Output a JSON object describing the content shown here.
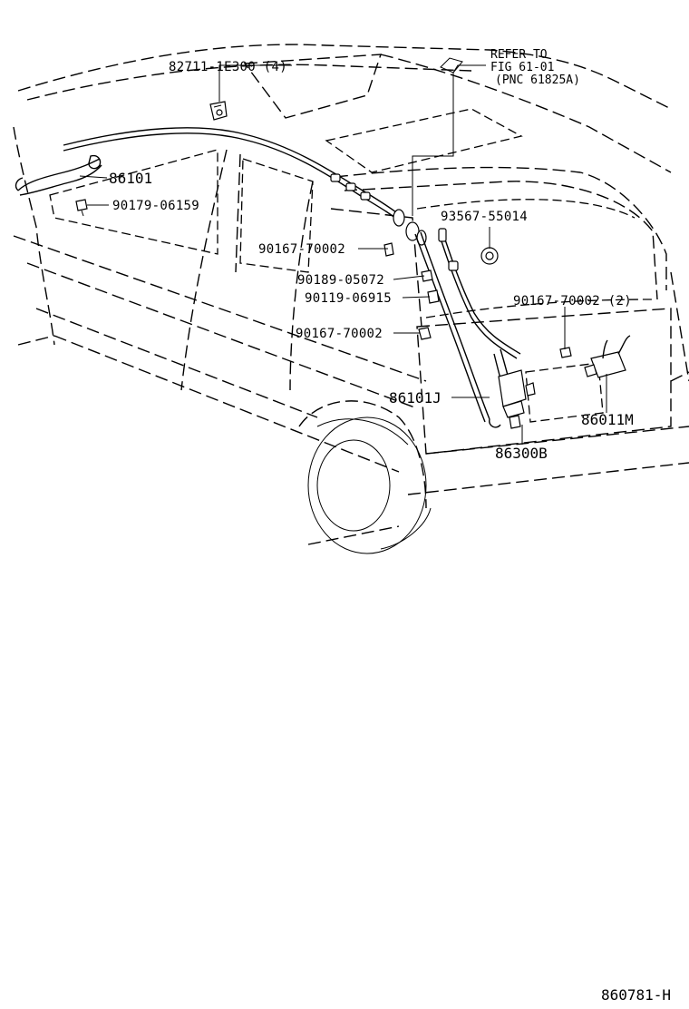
{
  "diagram": {
    "callouts": {
      "c82711": "82711-1E300 (4)",
      "c86101": "86101",
      "c90179": "90179-06159",
      "refer_l1": "REFER TO",
      "refer_l2": "FIG 61-01",
      "refer_l3": "(PNC 61825A)",
      "c93567": "93567-55014",
      "c90167a": "90167-70002",
      "c90189": "90189-05072",
      "c90119": "90119-06915",
      "c90167b": "90167-70002",
      "c90167c": "90167-70002 (2)",
      "c86101J": "86101J",
      "c86011M": "86011M",
      "c86300B": "86300B"
    },
    "figure_id": "860781-H"
  }
}
